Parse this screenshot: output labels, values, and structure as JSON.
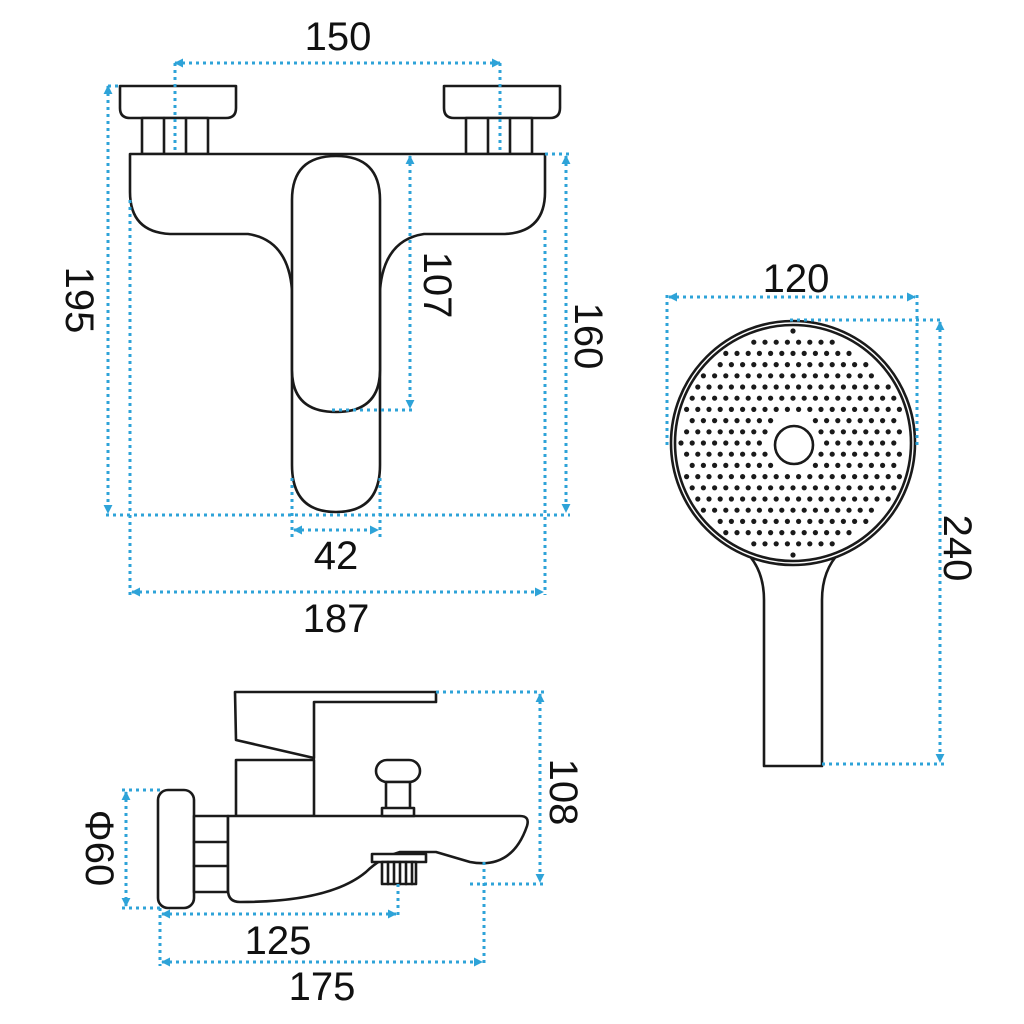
{
  "colors": {
    "dimension": "#2ea3d8",
    "outline": "#1a1a1a",
    "background": "#ffffff"
  },
  "dimensions": {
    "mixer_front": {
      "inlet_spacing": "150",
      "total_height": "195",
      "lever_length": "107",
      "body_height": "160",
      "lever_width": "42",
      "total_width": "187"
    },
    "hand_shower": {
      "head_diameter": "120",
      "total_length": "240"
    },
    "mixer_side": {
      "flange_diameter": "Φ60",
      "height": "108",
      "diverter_offset": "125",
      "spout_projection": "175"
    }
  }
}
